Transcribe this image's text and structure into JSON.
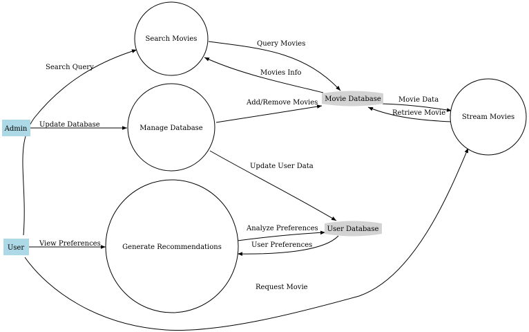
{
  "colors": {
    "external_entity": "#add8e6",
    "data_store": "#d3d3d3",
    "process": "#ffffff",
    "line": "#000000"
  },
  "entities": {
    "admin": "Admin",
    "user": "User"
  },
  "processes": {
    "search_movies": "Search Movies",
    "manage_database": "Manage Database",
    "generate_recommendations": "Generate Recommendations",
    "stream_movies": "Stream Movies"
  },
  "stores": {
    "movie_database": "Movie Database",
    "user_database": "User Database"
  },
  "flows": {
    "search_query": "Search Query",
    "update_database": "Update Database",
    "view_preferences": "View Preferences",
    "request_movie": "Request Movie",
    "query_movies": "Query Movies",
    "movies_info": "Movies Info",
    "add_remove_movies": "Add/Remove Movies",
    "update_user_data": "Update User Data",
    "movie_data": "Movie Data",
    "retrieve_movie": "Retrieve Movie",
    "analyze_preferences": "Analyze Preferences",
    "user_preferences": "User Preferences"
  }
}
